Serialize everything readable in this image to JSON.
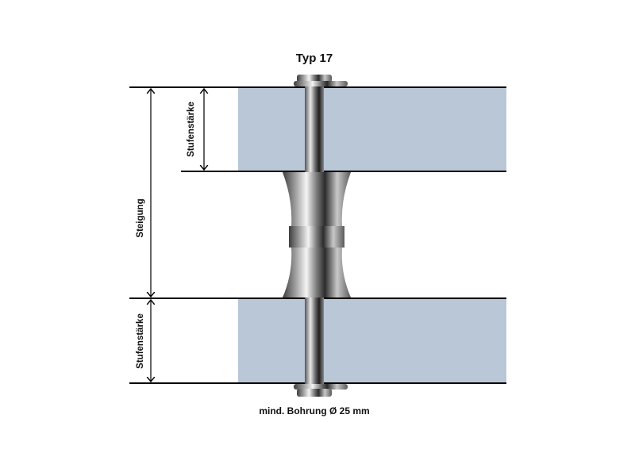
{
  "title": "Typ 17",
  "labels": {
    "stufenstaerke_top": "Stufenstärke",
    "steigung": "Steigung",
    "stufenstaerke_bottom": "Stufenstärke",
    "bohrung": "mind. Bohrung Ø 25 mm"
  },
  "colors": {
    "step_fill": "#b9c7d6",
    "line": "#000000",
    "metal_dark": "#4a4a4a",
    "metal_light": "#f2f2f2"
  }
}
